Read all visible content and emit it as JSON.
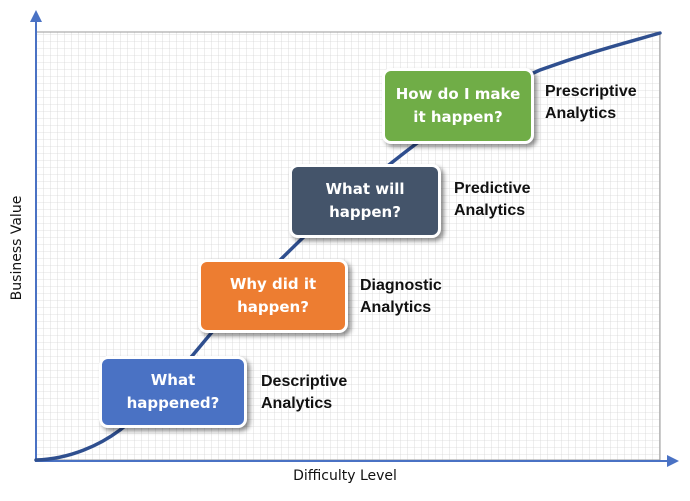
{
  "axes": {
    "x_label": "Difficulty Level",
    "y_label": "Business Value"
  },
  "colors": {
    "axis": "#4a72c4",
    "curve": "#2f4f8f",
    "grid": "#c8c8c8"
  },
  "stages": [
    {
      "question": "What\nhappened?",
      "label": "Descriptive\nAnalytics",
      "color": "#4a72c4"
    },
    {
      "question": "Why did it\nhappen?",
      "label": "Diagnostic\nAnalytics",
      "color": "#ed7d31"
    },
    {
      "question": "What will\nhappen?",
      "label": "Predictive\nAnalytics",
      "color": "#44546a"
    },
    {
      "question": "How do I make\nit happen?",
      "label": "Prescriptive\nAnalytics",
      "color": "#70ad47"
    }
  ]
}
